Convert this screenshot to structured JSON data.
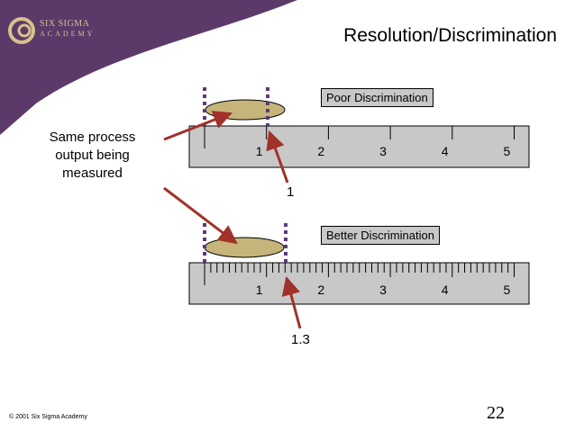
{
  "logo": {
    "line1": "SIX SIGMA",
    "line2": "ACADEMY"
  },
  "title": "Resolution/Discrimination",
  "side_label": [
    "Same process",
    "output being",
    "measured"
  ],
  "poor": {
    "label": "Poor Discrimination",
    "readout": "1",
    "scale_numbers": [
      "1",
      "2",
      "3",
      "4",
      "5"
    ]
  },
  "better": {
    "label": "Better Discrimination",
    "readout": "1.3",
    "scale_numbers": [
      "1",
      "2",
      "3",
      "4",
      "5"
    ]
  },
  "copyright": "© 2001 Six Sigma Academy",
  "page_number": "22",
  "colors": {
    "banner": "#5b3a6a",
    "ellipse": "#c6b57a",
    "arrow": "#a0322a",
    "ruler": "#c8c8c8",
    "dotted_line": "#5b3a7a"
  }
}
